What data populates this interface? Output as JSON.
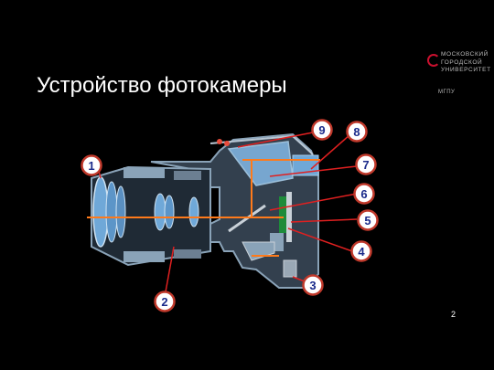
{
  "slide": {
    "title": "Устройство фотокамеры",
    "page_number": "2"
  },
  "logo": {
    "lines": [
      "МОСКОВСКИЙ",
      "ГОРОДСКОЙ",
      "УНИВЕРСИТЕТ"
    ],
    "abbr": "МГПУ",
    "accent_color": "#c8102e"
  },
  "diagram": {
    "callouts": [
      "1",
      "2",
      "3",
      "4",
      "5",
      "6",
      "7",
      "8",
      "9"
    ],
    "colors": {
      "badge_fill": "#ffffff",
      "badge_border": "#c0392b",
      "badge_text": "#1a2a8a",
      "light_path": "#ff7a1a",
      "lens_blue": "#6fa8d8",
      "body_gray": "#6c7f92"
    }
  }
}
